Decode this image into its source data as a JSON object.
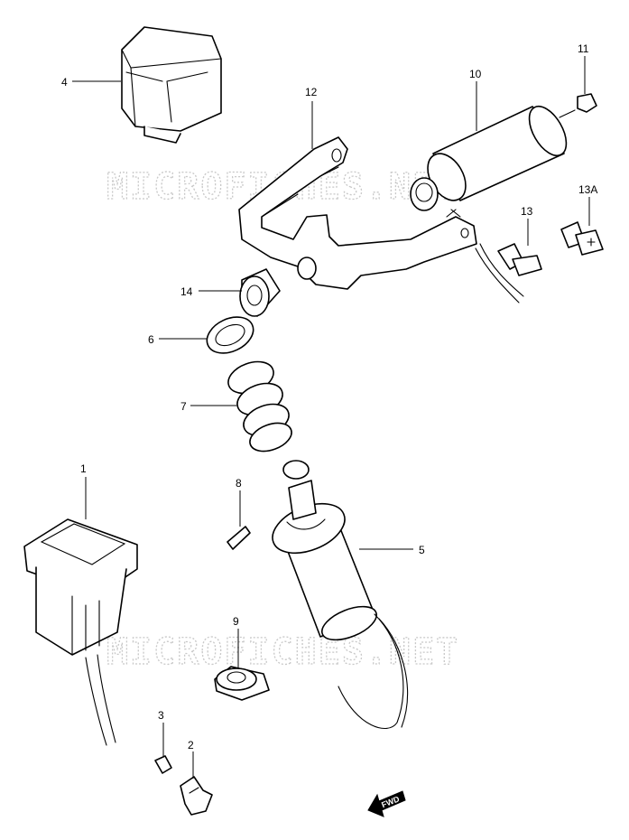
{
  "watermark": "MICROFICHES.NET",
  "fwd_label": "FWD",
  "callouts": {
    "p1": "1",
    "p2": "2",
    "p3": "3",
    "p4": "4",
    "p5": "5",
    "p6": "6",
    "p7": "7",
    "p8": "8",
    "p9": "9",
    "p10": "10",
    "p11": "11",
    "p12": "12",
    "p13": "13",
    "p13a": "13A",
    "p14": "14"
  }
}
